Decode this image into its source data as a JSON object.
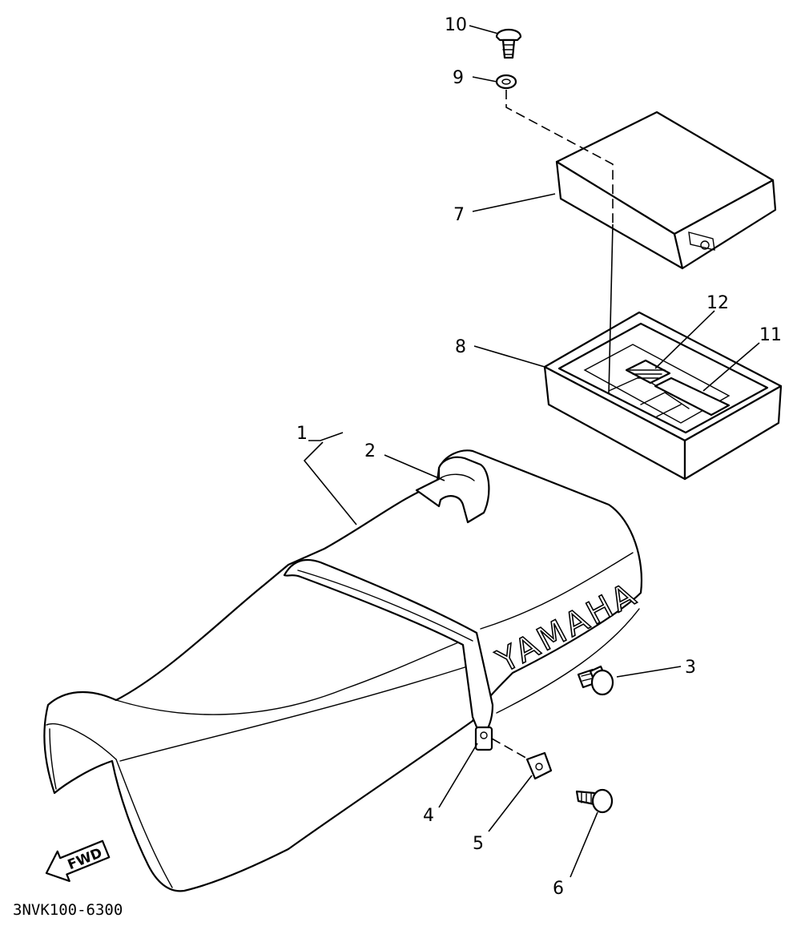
{
  "diagram": {
    "callouts": [
      "1",
      "2",
      "3",
      "4",
      "5",
      "6",
      "7",
      "8",
      "9",
      "10",
      "11",
      "12"
    ],
    "brand_text": "YAMAHA",
    "direction_label": "FWD",
    "figure_code": "3NVK100-6300"
  }
}
